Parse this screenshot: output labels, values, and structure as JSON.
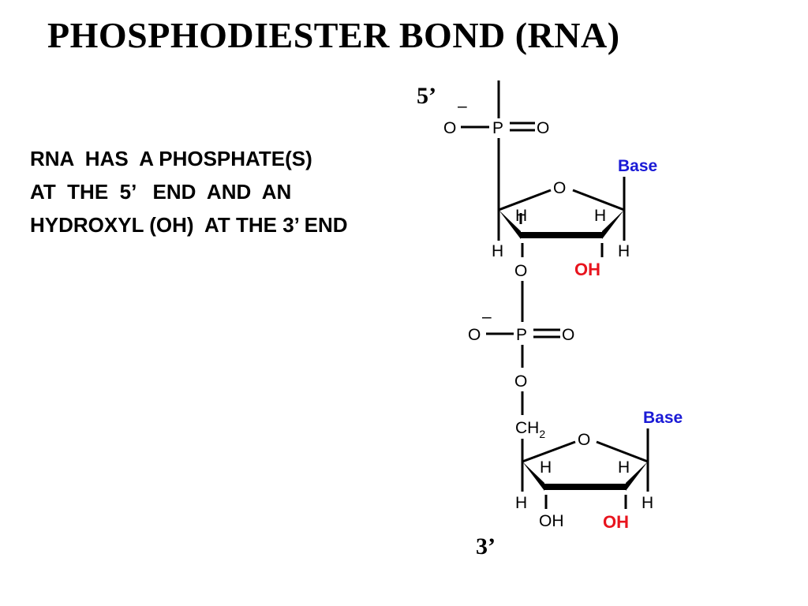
{
  "title": "PHOSPHODIESTER  BOND  (RNA)",
  "description": {
    "lines": [
      "RNA  HAS  A PHOSPHATE(S)",
      "AT  THE  5’   END  AND  AN",
      "HYDROXYL (OH)  AT THE 3’ END"
    ]
  },
  "labels": {
    "five_prime": "5’",
    "three_prime": "3’",
    "minus": "–",
    "O": "O",
    "P": "P",
    "H": "H",
    "OH": "OH",
    "CH": "CH",
    "sub2": "2",
    "base": "Base"
  },
  "colors": {
    "text": "#000000",
    "base_label": "#1a1ad6",
    "hydroxyl_highlight": "#e8141e"
  }
}
